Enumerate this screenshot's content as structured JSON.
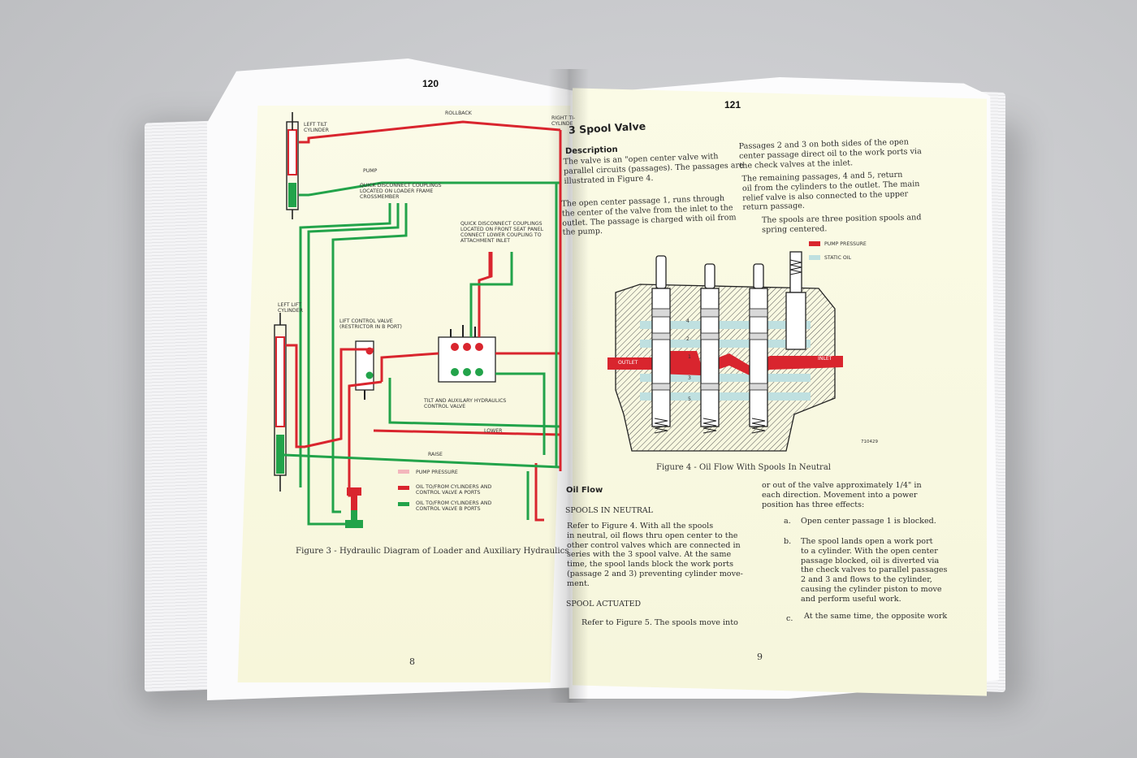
{
  "left_page": {
    "top_number": "120",
    "bottom_number": "8",
    "caption": "Figure 3 - Hydraulic Diagram of Loader and Auxiliary Hydraulics",
    "labels": {
      "rollback": "ROLLBACK",
      "left_tilt": "LEFT TILT\nCYLINDER",
      "right_tilt": "RIGHT TI-\nCYLINDE",
      "pump": "PUMP",
      "quick_loader": "QUICK DISCONNECT COUPLINGS\nLOCATED ON LOADER FRAME\nCROSSMEMBER",
      "quick_seat": "QUICK DISCONNECT COUPLINGS\nLOCATED ON FRONT SEAT PANEL\nCONNECT LOWER COUPLING TO\nATTACHMENT INLET",
      "left_lift": "LEFT LIFT\nCYLINDER",
      "lift_control": "LIFT CONTROL VALVE\n(RESTRICTOR IN B PORT)",
      "tilt_aux": "TILT AND AUXILARY HYDRAULICS\nCONTROL VALVE",
      "lower": "LOWER",
      "raise": "RAISE"
    },
    "legend": [
      {
        "text": "PUMP PRESSURE",
        "color": "#f3b6bc"
      },
      {
        "text": "OIL TO/FROM CYLINDERS AND\nCONTROL VALVE A PORTS",
        "color": "#d9252e"
      },
      {
        "text": "OIL TO/FROM CYLINDERS AND\nCONTROL VALVE B PORTS",
        "color": "#22a34a"
      }
    ]
  },
  "right_page": {
    "top_number": "121",
    "bottom_number": "9",
    "title": "3 Spool Valve",
    "section_description": "Description",
    "para_col1_a": "The valve is an \"open center valve with\nparallel circuits (passages). The passages are\nillustrated in Figure 4.",
    "para_col1_b": "The open center passage 1, runs through\nthe center of the valve from the inlet to the\noutlet. The passage is charged with oil from\nthe pump.",
    "para_col2_a": "Passages 2 and 3 on both sides of the open\ncenter passage direct oil to the work ports via\nthe check valves at the inlet.",
    "para_col2_b": "The remaining passages, 4 and 5, return\noil from the cylinders to the outlet. The main\nrelief valve is also connected to the upper\nreturn passage.",
    "para_col2_c": "The spools are three position spools and\nspring centered.",
    "legend": [
      {
        "text": "PUMP PRESSURE",
        "color": "#d9252e"
      },
      {
        "text": "STATIC OIL",
        "color": "#bfe0e0"
      }
    ],
    "valve_labels": {
      "outlet": "OUTLET",
      "inlet": "INLET",
      "code": "710429"
    },
    "passage_numbers": [
      "4",
      "2",
      "1",
      "3",
      "5"
    ],
    "figure_caption": "Figure 4 - Oil Flow With Spools In Neutral",
    "section_oil_flow": "Oil Flow",
    "sub_neutral": "SPOOLS IN NEUTRAL",
    "para_neutral": "Refer to Figure 4. With all the spools\nin neutral, oil flows thru open center to the\nother control valves which are connected in\nseries with the 3 spool valve. At the same\ntime, the spool lands block the work ports\n(passage 2 and 3) preventing cylinder move-\nment.",
    "sub_actuated": "SPOOL ACTUATED",
    "para_actuated": "Refer to Figure 5. The spools move into",
    "para_col2_d": "or out of the valve approximately 1/4\" in\neach direction. Movement into a power\nposition has three effects:",
    "effects": [
      {
        "marker": "a.",
        "text": "Open center passage 1 is blocked."
      },
      {
        "marker": "b.",
        "text": "The spool lands open a work port\nto a cylinder. With the open center\npassage blocked, oil is diverted via\nthe check valves to parallel passages\n2 and 3 and flows to the cylinder,\ncausing the cylinder piston to move\nand perform useful work."
      },
      {
        "marker": "c.",
        "text": "At the same time, the opposite work"
      }
    ]
  }
}
